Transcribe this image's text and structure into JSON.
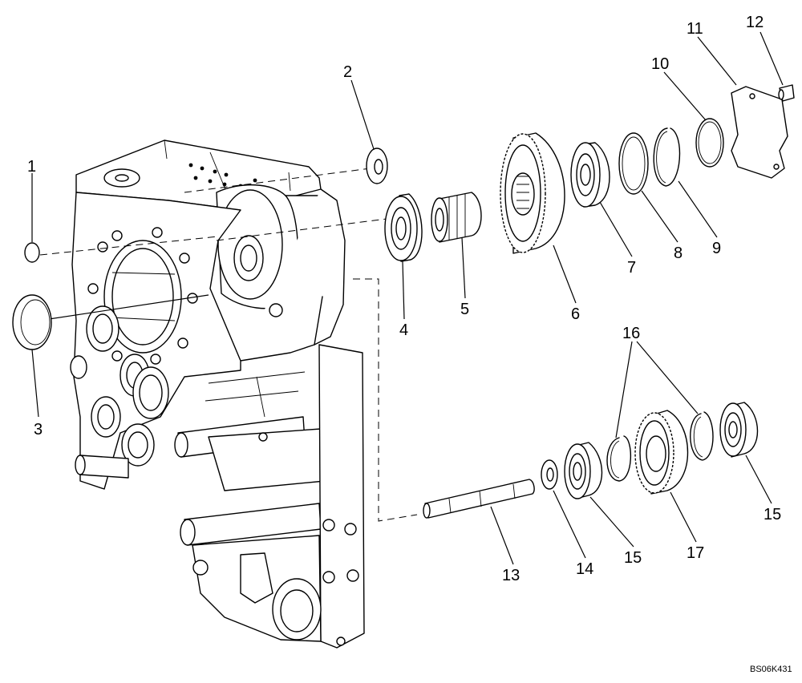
{
  "figure": {
    "reference_code": "BS06K431",
    "callouts": [
      {
        "n": "1"
      },
      {
        "n": "2"
      },
      {
        "n": "3"
      },
      {
        "n": "4"
      },
      {
        "n": "5"
      },
      {
        "n": "6"
      },
      {
        "n": "7"
      },
      {
        "n": "8"
      },
      {
        "n": "9"
      },
      {
        "n": "10"
      },
      {
        "n": "11"
      },
      {
        "n": "12"
      },
      {
        "n": "13"
      },
      {
        "n": "14"
      },
      {
        "n": "15"
      },
      {
        "n": "15"
      },
      {
        "n": "16"
      },
      {
        "n": "17"
      }
    ]
  }
}
